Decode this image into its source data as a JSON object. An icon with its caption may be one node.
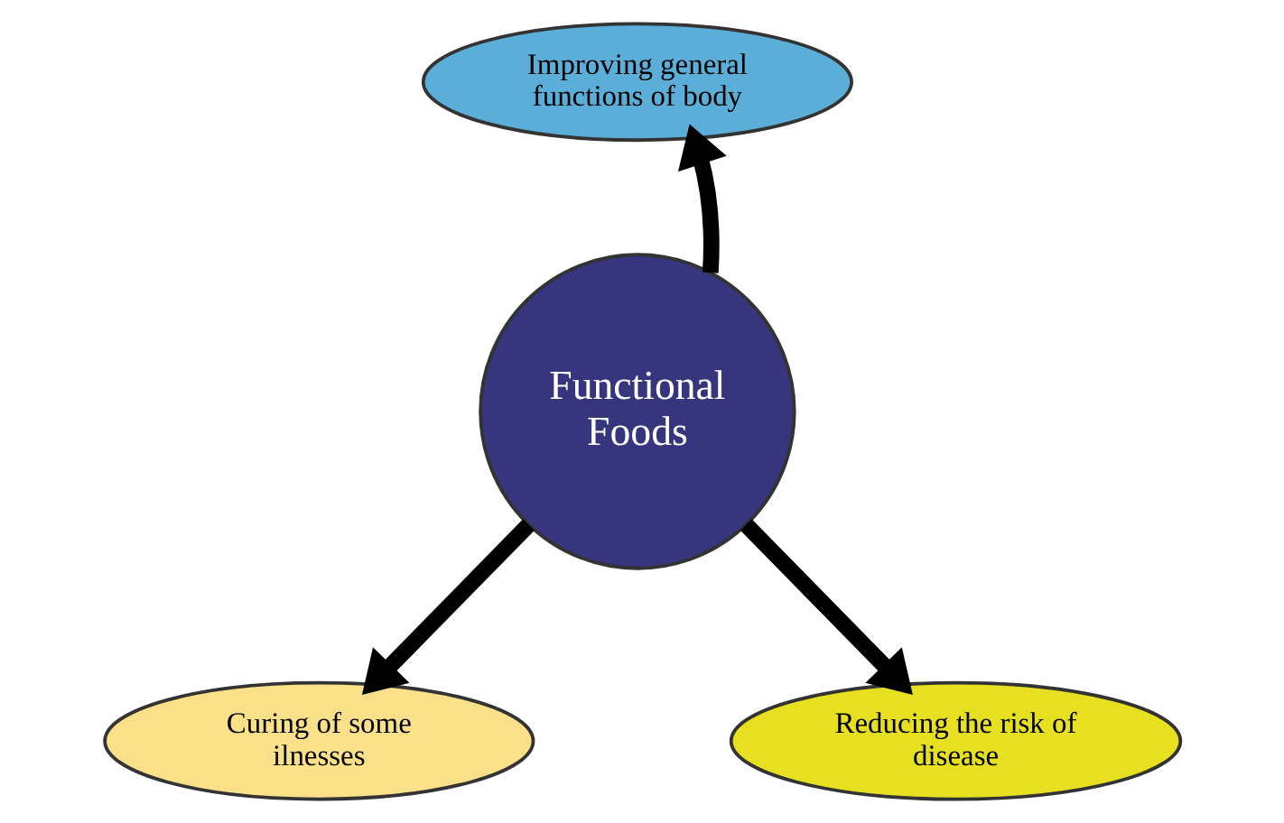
{
  "diagram": {
    "nodes": [
      {
        "text": [
          "Functional Foods"
        ]
      },
      {
        "text": [
          "Improving general functions of body"
        ]
      },
      {
        "text": [
          "Curing of some ilnesses"
        ]
      },
      {
        "text": [
          "Reducing the risk of disease"
        ]
      }
    ],
    "edges": [
      {
        "from": 0,
        "to": 1,
        "arrow": "to"
      },
      {
        "from": 0,
        "to": 2,
        "arrow": "to"
      },
      {
        "from": 0,
        "to": 3,
        "arrow": "to"
      }
    ]
  }
}
